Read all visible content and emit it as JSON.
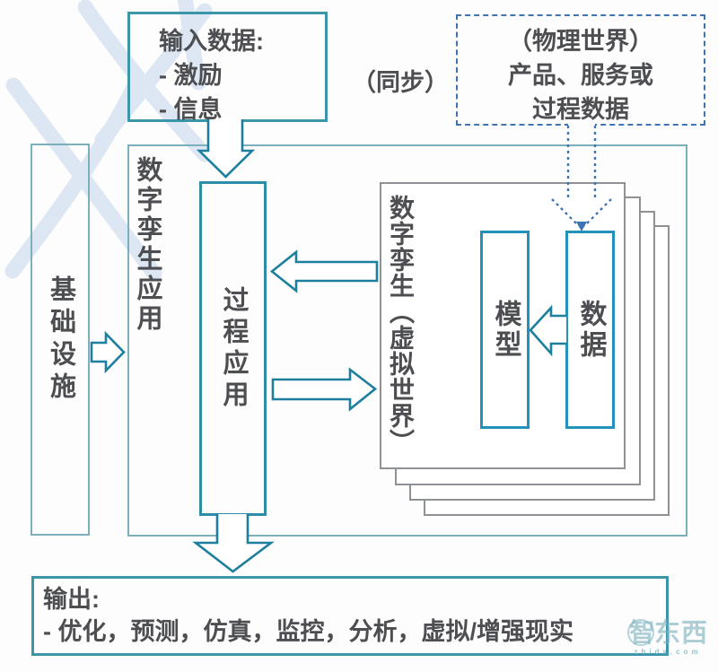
{
  "nodes": {
    "input_box": {
      "line1": "输入数据:",
      "line2": "- 激励",
      "line3": "- 信息"
    },
    "sync_label": "（同步）",
    "physical_box": {
      "line1": "（物理世界）",
      "line2": "产品、服务或",
      "line3": "过程数据"
    },
    "infrastructure_label": "基础设施",
    "dt_application_label": "数字孪生应用",
    "process_label": "过程应用",
    "twin_label": "数字孪生（虚拟世界）",
    "model_label": "模型",
    "data_label": "数据",
    "output_box": {
      "line1": "输出:",
      "line2": "- 优化，预测，仿真，监控，分析，虚拟/增强现实"
    }
  },
  "edges": [
    {
      "from": "输入数据",
      "to": "过程应用",
      "style": "hollow-arrow",
      "direction": "down"
    },
    {
      "from": "基础设施",
      "to": "数字孪生应用",
      "style": "hollow-arrow",
      "direction": "right"
    },
    {
      "from": "数字孪生（虚拟世界）",
      "to": "过程应用",
      "style": "hollow-arrow",
      "direction": "left"
    },
    {
      "from": "过程应用",
      "to": "数字孪生（虚拟世界）",
      "style": "hollow-arrow",
      "direction": "right"
    },
    {
      "from": "数据",
      "to": "模型",
      "style": "hollow-arrow",
      "direction": "left"
    },
    {
      "from": "过程应用",
      "to": "输出",
      "style": "hollow-arrow",
      "direction": "down"
    },
    {
      "from": "（物理世界）产品、服务或过程数据",
      "to": "数据",
      "style": "dashed-funnel-arrow",
      "direction": "down",
      "label": "（同步）"
    }
  ],
  "watermark": {
    "brand": "智东西",
    "brand_sub": "zhidx.com"
  },
  "colors": {
    "box_teal": "#3b96aa",
    "container_teal": "#7bafbb",
    "process_teal": "#2e8da6",
    "arrow_teal": "#1d7f9e",
    "model_data_blue": "#2392ba",
    "sheet_gray": "#8e9296",
    "dashed_blue": "#3e74b2",
    "text_gray": "#4d4e52",
    "bg_watermark_blue": "#dce5f3"
  }
}
